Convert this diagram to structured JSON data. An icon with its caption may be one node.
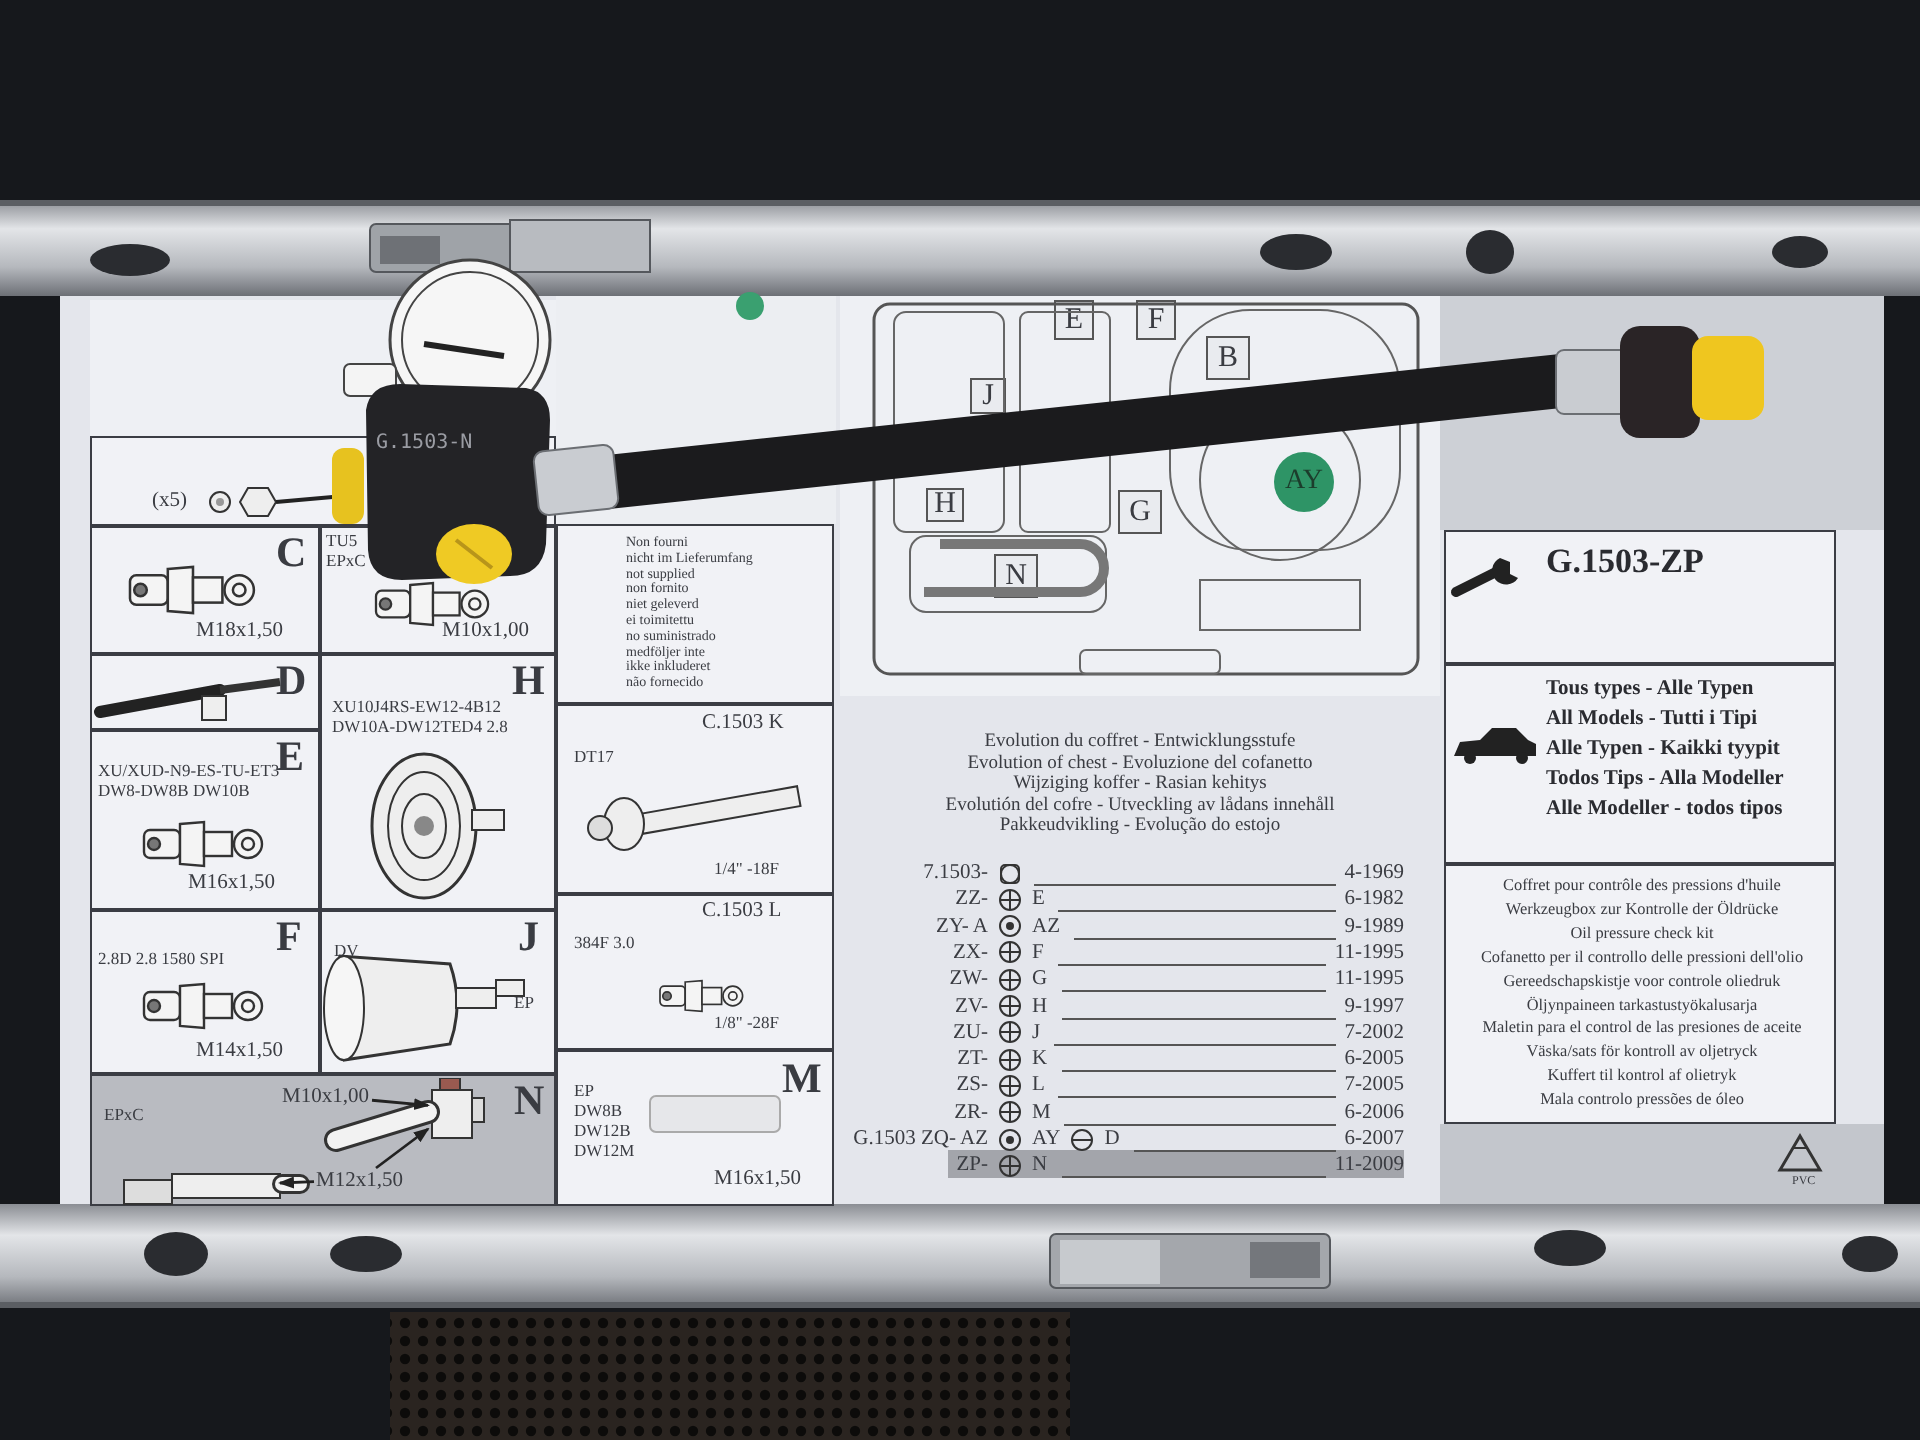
{
  "diagram": {
    "nodes": [
      {
        "text": [],
        "shape": "picture"
      },
      {
        "text": [
          "(x5)"
        ]
      },
      {
        "text": [
          "C",
          "M18x1,50"
        ]
      },
      {
        "text": [
          "TU5",
          "EPxC",
          "M10x1,00"
        ]
      },
      {
        "text": [
          "D"
        ]
      },
      {
        "text": [
          "H",
          "XU10J4RS-EW12-4B12 DW10A-DW12TED4 2.8"
        ]
      },
      {
        "text": [
          "E",
          "XU/XUD-N9-ES-TU-ET3 DW8-DW8B DW10B",
          "M16x1,50"
        ]
      },
      {
        "text": [
          "F",
          "2.8D 2.8 1580 SPI",
          "M14x1,50"
        ]
      },
      {
        "text": [
          "DV",
          "J",
          "EP"
        ]
      },
      {
        "text": [
          "N",
          "EPxC"
        ]
      },
      {
        "text": [
          "M10x1,00"
        ],
        "in": 9
      },
      {
        "text": [
          "M12x1,50"
        ],
        "in": 9
      },
      {
        "text": [
          "Non fourni",
          "nicht im Lieferumfang",
          "not supplied",
          "non fornito",
          "niet geleverd",
          "ei toimitettu",
          "no suministrado",
          "medföljer inte",
          "ikke inkluderet",
          "não fornecido"
        ]
      },
      {
        "text": [
          "C.1503 K",
          "DT17",
          "1/4\" -18F"
        ]
      },
      {
        "text": [
          "C.1503 L",
          "384F 3.0",
          "1/8\" -28F"
        ]
      },
      {
        "text": [
          "M",
          "EP DW8B DW12B DW12M",
          "M16x1,50"
        ]
      },
      {
        "text": [],
        "shape": "picture"
      },
      {
        "text": [
          "E"
        ],
        "in": 16
      },
      {
        "text": [
          "F"
        ],
        "in": 16
      },
      {
        "text": [
          "B"
        ],
        "in": 16
      },
      {
        "text": [
          "J"
        ],
        "in": 16
      },
      {
        "text": [
          "H"
        ],
        "in": 16
      },
      {
        "text": [
          "G"
        ],
        "in": 16
      },
      {
        "text": [
          "N"
        ],
        "in": 16
      },
      {
        "text": [
          "AY"
        ],
        "in": 16
      },
      {
        "text": [
          "G.1503-ZP"
        ]
      },
      {
        "text": [
          "Tous types - Alle Typen",
          "All Models - Tutti i Tipi",
          "Alle Typen - Kaikki tyypit",
          "Todos Tips - Alla Modeller",
          "Alle Modeller - todos tipos"
        ]
      },
      {
        "text": [
          "Coffret pour contrôle des pressions d'huile",
          "Werkzeugbox zur Kontrolle der Öldrücke",
          "Oil pressure check kit",
          "Cofanetto per il controllo delle pressioni dell'olio",
          "Gereedschapskistje voor controle oliedruk",
          "Öljynpaineen tarkastustyökalusarja",
          "Maletin para el control de las presiones de aceite",
          "Väska/sats för kontroll av oljetryck",
          "Kuffert til kontrol af olietryk",
          "Mala controlo pressões de óleo"
        ]
      },
      {
        "text": [],
        "shape": "box",
        "in": 9
      },
      {
        "text": [],
        "shape": "box",
        "in": 9
      }
    ],
    "edges": [
      {
        "from": 10,
        "to": 28,
        "arrow": "to"
      },
      {
        "from": 11,
        "to": 28,
        "arrow": "to"
      },
      {
        "from": 11,
        "to": 29,
        "arrow": "to"
      }
    ],
    "labels": [
      "G.1503-N",
      "Evolution du coffret - Entwicklungsstufe",
      "Evolution of chest - Evoluzione del cofanetto",
      "Wijziging koffer - Rasian kehitys",
      "Evolutión del cofre - Utveckling av lådans innehåll",
      "Pakkeudvikling - Evolução do estojo",
      "7.1503-",
      "4-1969",
      "ZZ-",
      "E",
      "6-1982",
      "ZY- A",
      "AZ",
      "9-1989",
      "ZX-",
      "F",
      "11-1995",
      "ZW-",
      "G",
      "11-1995",
      "ZV-",
      "H",
      "9-1997",
      "ZU-",
      "J",
      "7-2002",
      "ZT-",
      "K",
      "6-2005",
      "ZS-",
      "L",
      "7-2005",
      "ZR-",
      "M",
      "6-2006",
      "G.1503 ZQ- AZ",
      "AY",
      "D",
      "6-2007",
      "ZP-",
      "N",
      "11-2009",
      "PVC"
    ]
  }
}
